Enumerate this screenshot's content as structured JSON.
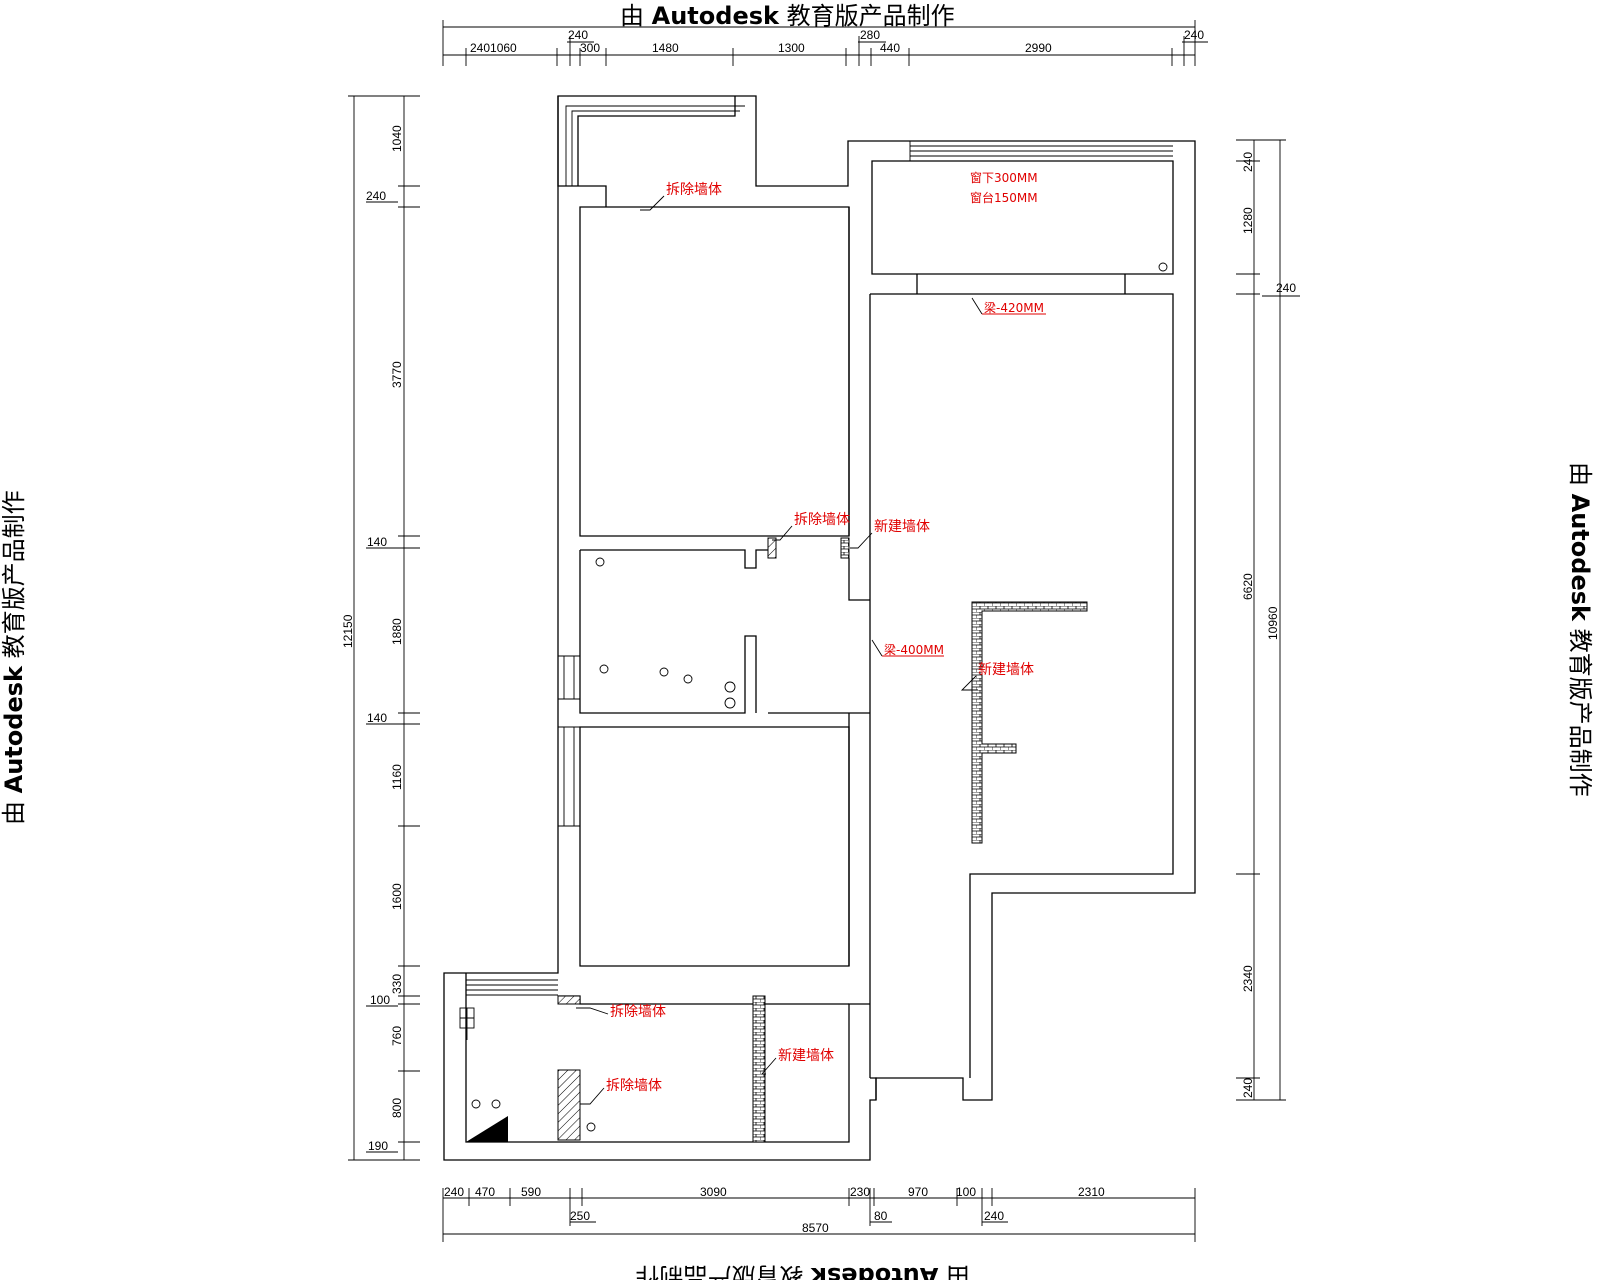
{
  "watermark": {
    "prefix": "由",
    "brand": "Autodesk",
    "suffix": "教育版产品制作"
  },
  "colors": {
    "line": "#000000",
    "annotation": "#e00000",
    "background": "#ffffff"
  },
  "dimensions": {
    "top_row1": [
      "240",
      "280",
      "240"
    ],
    "top_row2": [
      "2401060",
      "300",
      "1480",
      "1300",
      "440",
      "2990"
    ],
    "left_chain": [
      "1040",
      "240",
      "3770",
      "140",
      "1880",
      "140",
      "1160",
      "1600",
      "330",
      "100",
      "760",
      "800",
      "190"
    ],
    "left_total": "12150",
    "right_chain": [
      "240",
      "1280",
      "240",
      "6620",
      "2340",
      "240"
    ],
    "right_total": "10960",
    "bottom_row1": [
      "240",
      "470",
      "590",
      "3090",
      "230",
      "970",
      "100",
      "2310"
    ],
    "bottom_row2": [
      "250",
      "80",
      "240"
    ],
    "bottom_total": "8570"
  },
  "annotations": {
    "remove_wall": "拆除墙体",
    "new_wall": "新建墙体",
    "window_below": "窗下300MM",
    "window_sill": "窗台150MM",
    "beam_420": "梁-420MM",
    "beam_400": "梁-400MM"
  }
}
